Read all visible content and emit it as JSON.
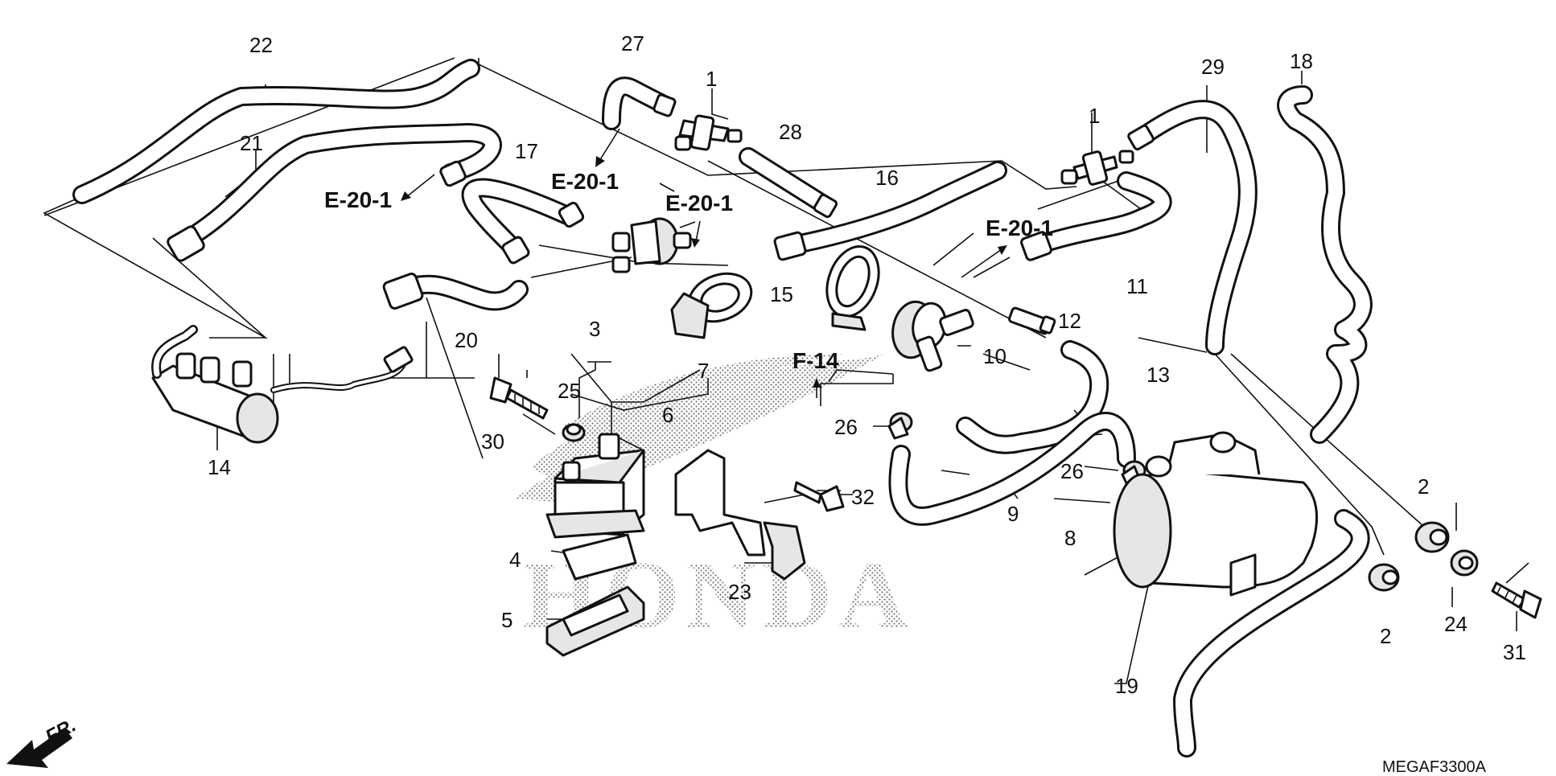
{
  "diagram": {
    "labels": {
      "p1a": "1",
      "p1b": "1",
      "p2a": "2",
      "p2b": "2",
      "p3": "3",
      "p4": "4",
      "p5": "5",
      "p6": "6",
      "p7": "7",
      "p8": "8",
      "p9": "9",
      "p10": "10",
      "p11": "11",
      "p12": "12",
      "p13": "13",
      "p14": "14",
      "p15": "15",
      "p16": "16",
      "p17": "17",
      "p18": "18",
      "p19": "19",
      "p20": "20",
      "p21": "21",
      "p22": "22",
      "p23": "23",
      "p24": "24",
      "p25": "25",
      "p26a": "26",
      "p26b": "26",
      "p27": "27",
      "p28": "28",
      "p29": "29",
      "p30": "30",
      "p31": "31",
      "p32": "32"
    },
    "refs": {
      "e20_a": "E-20-1",
      "e20_b": "E-20-1",
      "e20_c": "E-20-1",
      "e20_d": "E-20-1",
      "f14": "F-14"
    },
    "direction": "FR.",
    "drawing_code": "MEGAF3300A",
    "watermark": "HONDA"
  }
}
